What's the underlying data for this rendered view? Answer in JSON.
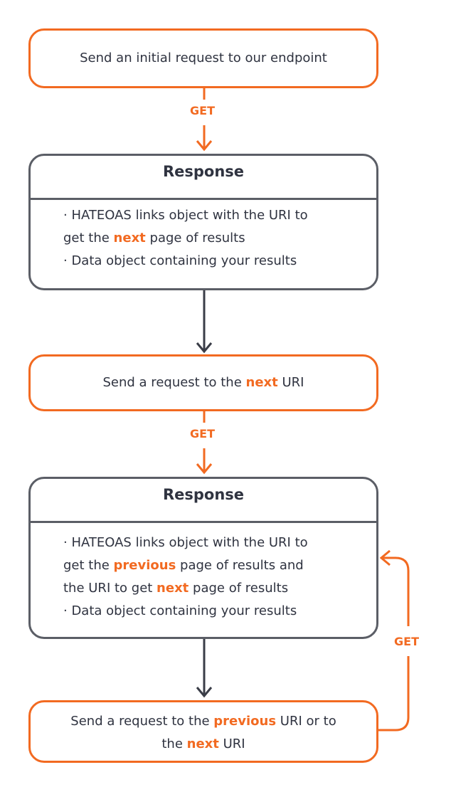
{
  "steps": {
    "initial": "Send an initial request to our endpoint",
    "next_req": {
      "pre": "Send a request to the ",
      "hl": "next",
      "post": " URI"
    },
    "last_req": {
      "line1_pre": "Send a request to the ",
      "line1_hl": "previous",
      "line1_post": " URI or to",
      "line2_pre": "the ",
      "line2_hl": "next",
      "line2_post": " URI"
    }
  },
  "response1": {
    "title": "Response",
    "b1_line1": "· HATEOAS links object with the URI to",
    "b1_line2_pre": "get the ",
    "b1_line2_hl": "next",
    "b1_line2_post": " page of results",
    "b2": "· Data object containing your results"
  },
  "response2": {
    "title": "Response",
    "b1_line1": "· HATEOAS links object with the URI to",
    "b1_line2_pre": "get the ",
    "b1_line2_hl": "previous",
    "b1_line2_post": " page of results and",
    "b1_line3_pre": "the URI to get ",
    "b1_line3_hl": "next",
    "b1_line3_post": " page of results",
    "b2": "· Data object containing your results"
  },
  "edges": {
    "get1": "GET",
    "get2": "GET",
    "get3": "GET"
  },
  "colors": {
    "accent": "#f26a21",
    "dark": "#5b5e66",
    "arrow_dark": "#3a3d47"
  }
}
